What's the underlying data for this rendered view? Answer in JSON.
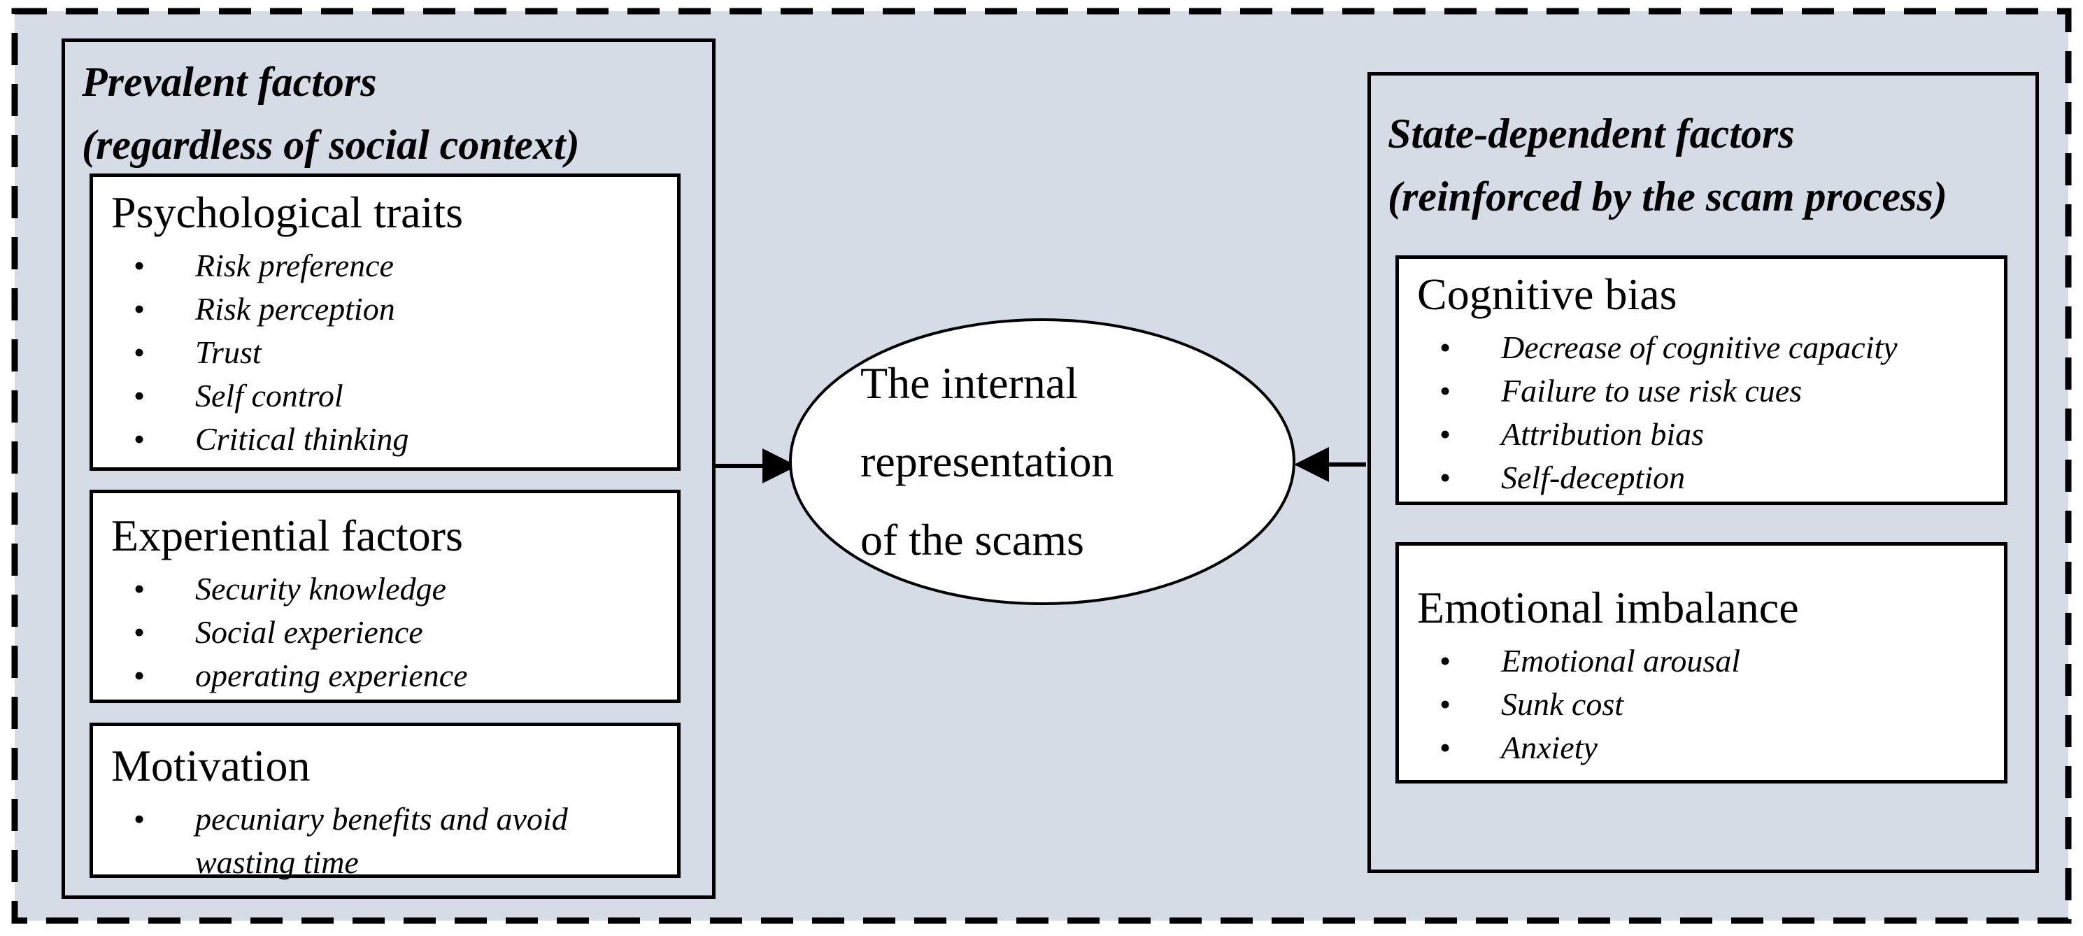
{
  "colors": {
    "page_bg": "#ffffff",
    "panel_bg": "#d6dce5",
    "box_bg": "#ffffff",
    "line": "#000000"
  },
  "left_panel": {
    "title_line1": "Prevalent factors",
    "title_line2": "(regardless of social context)",
    "boxes": [
      {
        "heading": "Psychological traits",
        "items": [
          "Risk preference",
          "Risk perception",
          "Trust",
          "Self control",
          "Critical thinking"
        ]
      },
      {
        "heading": "Experiential factors",
        "items": [
          "Security knowledge",
          "Social experience",
          "operating experience"
        ]
      },
      {
        "heading": "Motivation",
        "items": [
          "pecuniary benefits and avoid wasting time"
        ]
      }
    ]
  },
  "right_panel": {
    "title_line1": "State-dependent factors",
    "title_line2": "(reinforced by the scam process)",
    "boxes": [
      {
        "heading": "Cognitive bias",
        "items": [
          "Decrease of cognitive capacity",
          "Failure to use risk cues",
          "Attribution bias",
          "Self-deception"
        ]
      },
      {
        "heading": "Emotional imbalance",
        "items": [
          "Emotional arousal",
          "Sunk cost",
          "Anxiety"
        ]
      }
    ]
  },
  "center_ellipse": {
    "lines": [
      "The internal",
      "representation",
      "of the scams"
    ]
  }
}
